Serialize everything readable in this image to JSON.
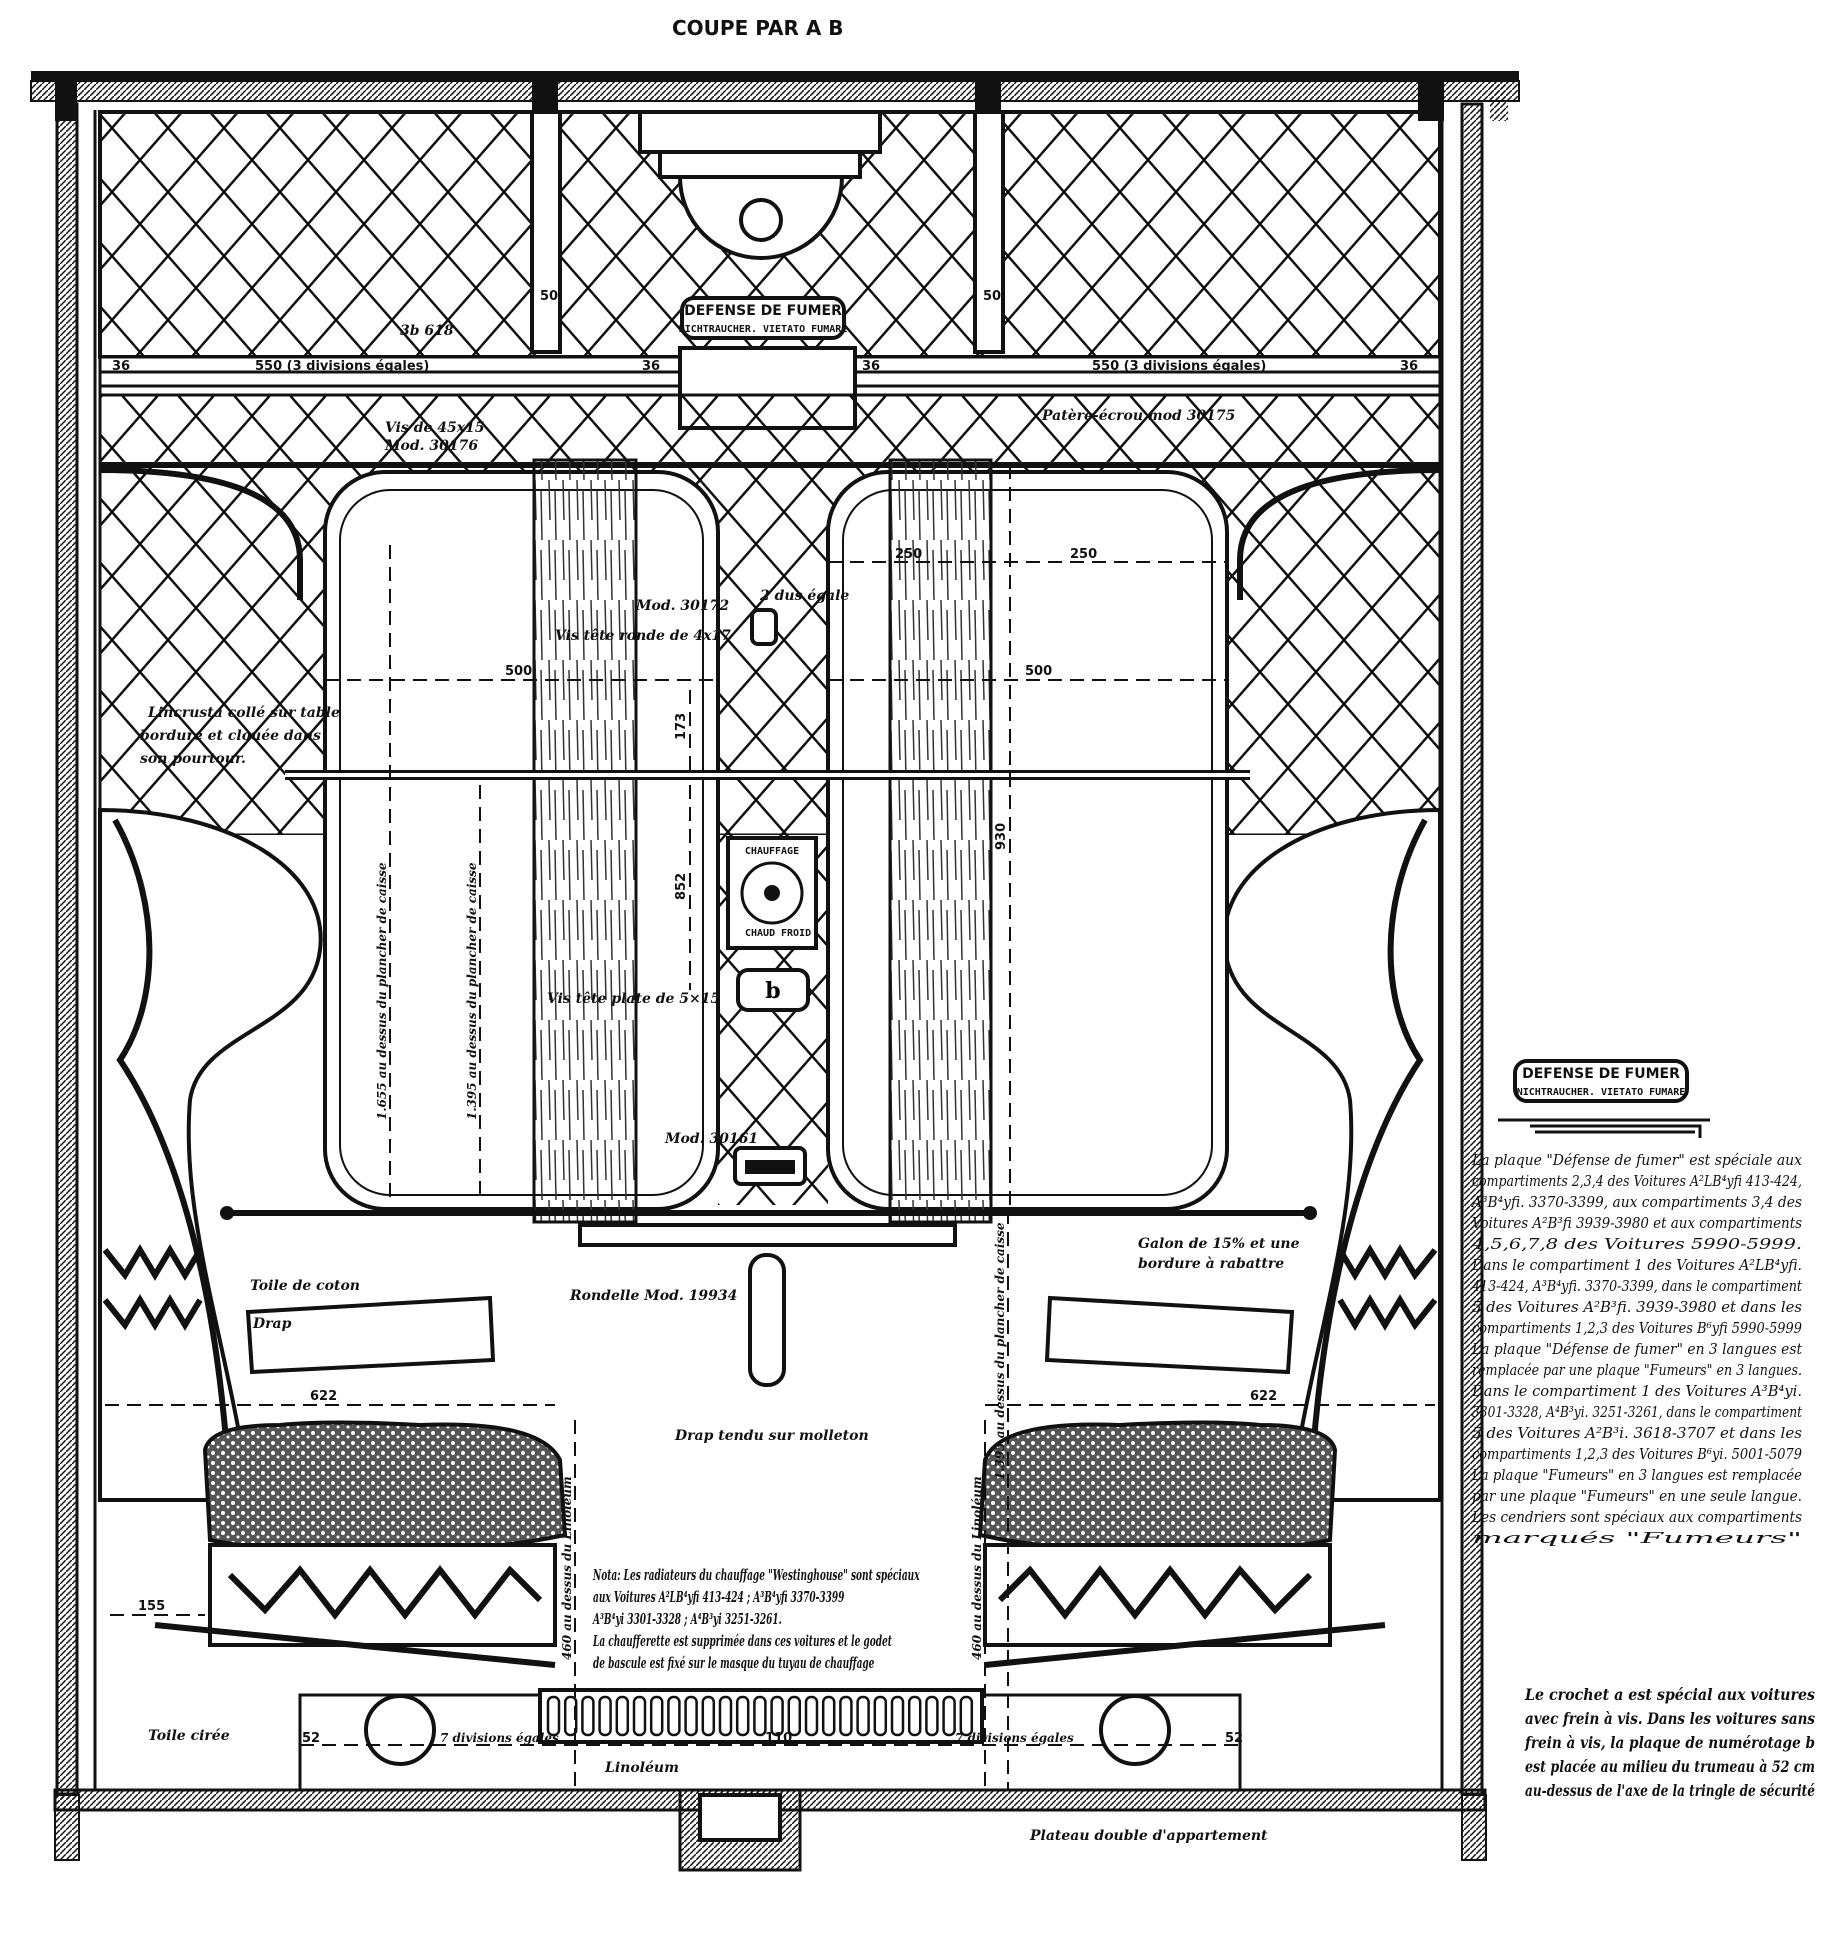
{
  "title": "COUPE PAR A B",
  "signs": {
    "top": {
      "line1": "DEFENSE DE FUMER",
      "line2": "NICHTRAUCHER. VIETATO FUMARE"
    },
    "side": {
      "line1": "DEFENSE DE FUMER",
      "line2": "NICHTRAUCHER. VIETATO FUMARE"
    }
  },
  "heating_panel": {
    "title": "CHAUFFAGE",
    "hot": "CHAUD",
    "cold": "FROID"
  },
  "plate_letter": "b",
  "dimensions": {
    "strap_left": "50",
    "strap_right": "50",
    "edge1": "36",
    "span_left": "550 (3 divisions égales)",
    "edge2": "36",
    "edge3": "36",
    "span_right": "550 (3 divisions égales)",
    "edge4": "36",
    "w250a": "250",
    "w250b": "250",
    "w500_left": "500",
    "w500_right": "500",
    "h173": "173",
    "h852": "852",
    "h930": "930",
    "h1655": "1.655 au dessus du plancher de caisse",
    "h1395": "1.395 au dessus du plancher de caisse",
    "h_right": "1.395 au dessus du plancher de caisse",
    "w622_left": "622",
    "w622_right": "622",
    "w155": "155",
    "h_lino": "460 au dessus du Linoléum",
    "h_lino_right": "460 au dessus du Linoléum",
    "w110": "110",
    "div_left": "7 divisions égales",
    "div_right": "7 divisions égales",
    "end_left": "52",
    "end_right": "52"
  },
  "labels": {
    "mod618": "3b 618",
    "vis_mod": "Vis de 45x15",
    "mod30176": "Mod. 30176",
    "patere": "Patère-écrou mod 30175",
    "mod30172": "Mod. 30172",
    "deux_egale": "2 dus égale",
    "vis_ronde": "Vis tête ronde de 4x17",
    "lincrusta": [
      "Lincrusta collé sur table",
      "bordure et clouée dans",
      "son pourtour."
    ],
    "vis_plate": "Vis tête plate de 5×15",
    "mod30161": "Mod. 30161",
    "galon": [
      "Galon de 15% et une",
      "bordure à rabattre"
    ],
    "rondelle": "Rondelle Mod. 19934",
    "toile_coton": "Toile de coton",
    "drap": "Drap",
    "drap_tendu": "Drap tendu sur molleton",
    "toile_ciree": "Toile cirée",
    "linoleum": "Linoléum",
    "plateau": "Plateau double d'appartement"
  },
  "nota": [
    "Nota: Les radiateurs du chauffage \"Westinghouse\" sont spéciaux",
    "aux Voitures A²LB⁴yfi 413-424 ; A³B⁴yfi 3370-3399",
    "A³B⁴yi 3301-3328 ; A⁴B³yi 3251-3261.",
    "La chaufferette est supprimée dans ces voitures et le godet",
    "de bascule est fixé sur le masque du tuyau de chauffage"
  ],
  "side_note": [
    "La plaque \"Défense de fumer\" est spéciale aux",
    "compartiments 2,3,4 des Voitures A²LB⁴yfi 413-424,",
    "A³B⁴yfi. 3370-3399, aux compartiments 3,4 des",
    "Voitures A²B³fi 3939-3980 et aux compartiments",
    "4,5,6,7,8 des Voitures 5990-5999.",
    "Dans le compartiment 1 des Voitures A²LB⁴yfi.",
    "413-424, A³B⁴yfi. 3370-3399, dans le compartiment",
    "5 des Voitures A²B³fi. 3939-3980 et dans les",
    "compartiments 1,2,3 des Voitures B⁶yfi 5990-5999",
    "La plaque \"Défense de fumer\" en 3 langues est",
    "remplacée par une plaque \"Fumeurs\" en 3 langues.",
    "Dans le compartiment 1 des Voitures A³B⁴yi.",
    "3301-3328, A⁴B³yi. 3251-3261, dans le compartiment",
    "5 des Voitures A²B³i. 3618-3707 et dans les",
    "compartiments 1,2,3 des Voitures B⁶yi. 5001-5079",
    "La plaque \"Fumeurs\" en 3 langues est remplacée",
    "par une plaque \"Fumeurs\" en une seule langue.",
    "Les cendriers sont spéciaux aux compartiments",
    "marqués \"Fumeurs\""
  ],
  "crochet_note": [
    "Le crochet a est spécial aux voitures",
    "avec frein à vis. Dans les voitures sans",
    "frein à vis, la plaque de numérotage b",
    "est placée au milieu du trumeau à 52 cm",
    "au-dessus de l'axe de la tringle de sécurité"
  ]
}
